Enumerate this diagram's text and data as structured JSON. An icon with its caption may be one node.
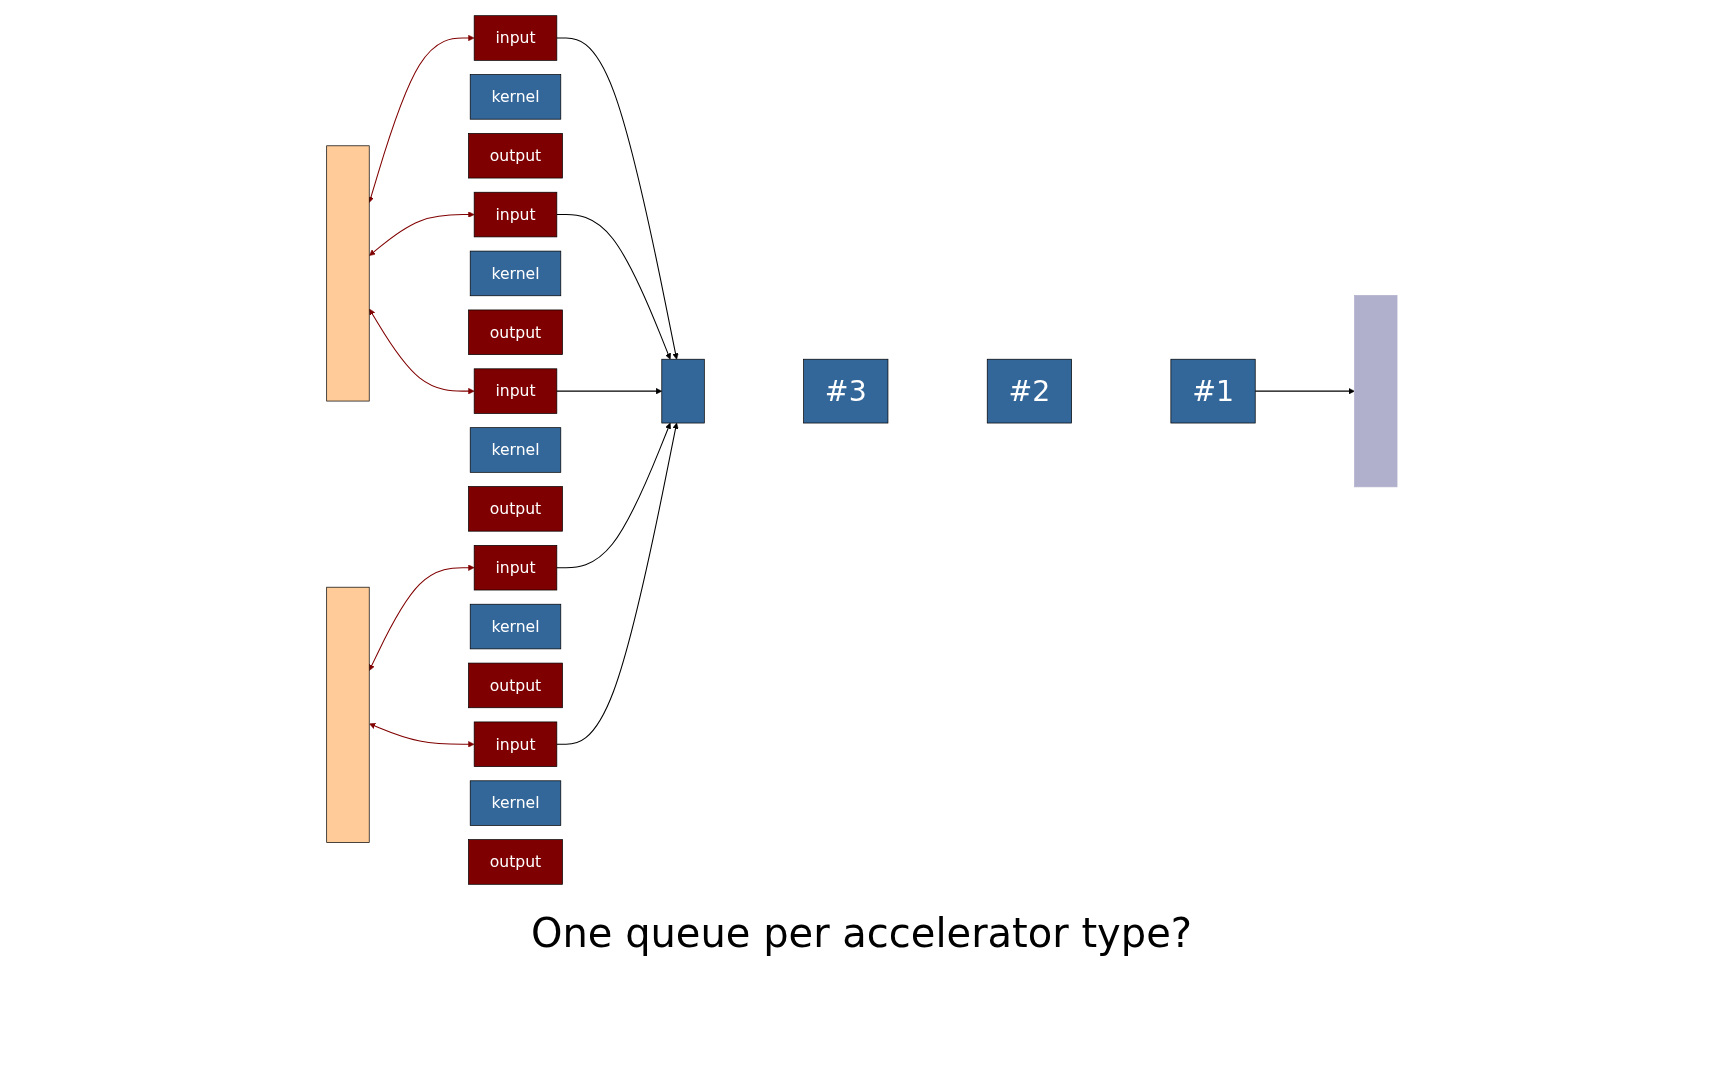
{
  "diagram": {
    "nodes": [
      {
        "text": [],
        "shape": "bar"
      },
      {
        "text": [
          "input"
        ]
      },
      {
        "text": [
          "kernel"
        ]
      },
      {
        "text": [
          "output"
        ]
      },
      {
        "text": [
          "input"
        ]
      },
      {
        "text": [
          "kernel"
        ]
      },
      {
        "text": [
          "output"
        ]
      },
      {
        "text": [
          "input"
        ]
      },
      {
        "text": [
          "kernel"
        ]
      },
      {
        "text": [
          "output"
        ]
      },
      {
        "text": [
          "input"
        ]
      },
      {
        "text": [
          "kernel"
        ]
      },
      {
        "text": [
          "output"
        ]
      },
      {
        "text": [],
        "shape": "bar"
      },
      {
        "text": [
          "input"
        ]
      },
      {
        "text": [
          "kernel"
        ]
      },
      {
        "text": [
          "output"
        ]
      },
      {
        "text": [],
        "shape": "box"
      },
      {
        "text": [
          "#3"
        ]
      },
      {
        "text": [
          "#2"
        ]
      },
      {
        "text": [
          "#1"
        ]
      },
      {
        "text": [],
        "shape": "bar"
      }
    ],
    "edges": [
      {
        "from": 0,
        "to": 1,
        "arrow": "both",
        "color": "#800000"
      },
      {
        "from": 1,
        "to": 17,
        "arrow": "to"
      },
      {
        "from": 0,
        "to": 4,
        "arrow": "both",
        "color": "#800000"
      },
      {
        "from": 4,
        "to": 17,
        "arrow": "to"
      },
      {
        "from": 0,
        "to": 7,
        "arrow": "both",
        "color": "#800000"
      },
      {
        "from": 7,
        "to": 17,
        "arrow": "to"
      },
      {
        "from": 13,
        "to": 10,
        "arrow": "both",
        "color": "#800000"
      },
      {
        "from": 10,
        "to": 17,
        "arrow": "to"
      },
      {
        "from": 13,
        "to": 14,
        "arrow": "both",
        "color": "#800000"
      },
      {
        "from": 14,
        "to": 17,
        "arrow": "to"
      },
      {
        "from": 20,
        "to": 21,
        "arrow": "to"
      }
    ],
    "labels": [
      "One queue per accelerator type?"
    ]
  }
}
